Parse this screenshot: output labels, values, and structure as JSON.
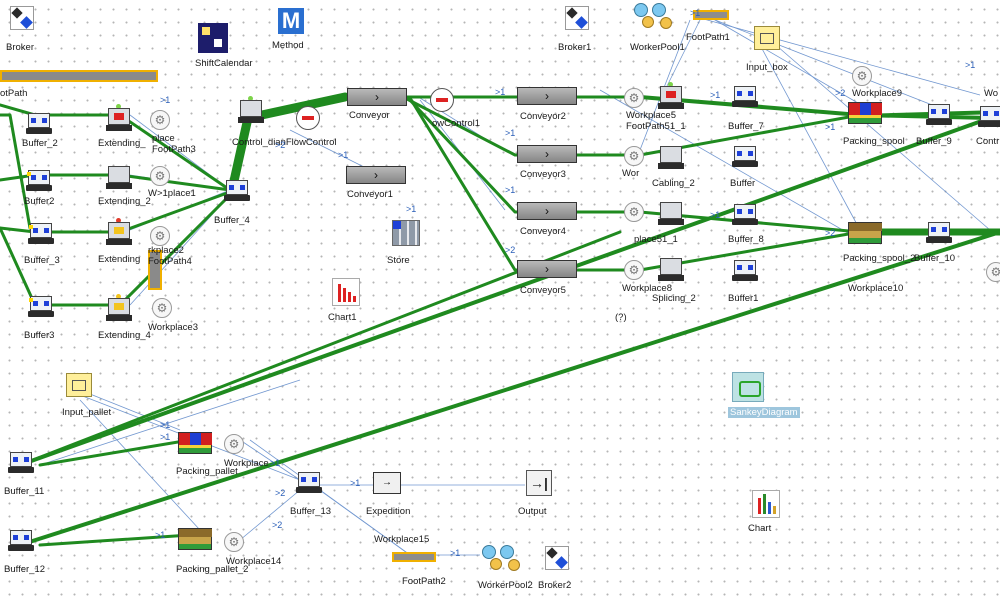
{
  "objects": {
    "broker_tl": "Broker",
    "shift_calendar": "ShiftCalendar",
    "method": "Method",
    "broker1": "Broker1",
    "worker_pool1": "WorkerPool1",
    "foot_path1": "FootPath1",
    "input_box": "Input_box",
    "foot_path_partial": "otPath",
    "buffer_2": "Buffer_2",
    "extending": "Extending_",
    "workplace_footpath3": "place\nFootPath3",
    "control_flow": "Control_dianFlowControl",
    "conveyor": "Conveyor",
    "flow_control1": "owControl1",
    "conveyor2": "Conveyor2",
    "workplace5": "Workplace5",
    "footpath51": "FootPath51_1",
    "buffer_7": "Buffer_7",
    "workplace9": "Workplace9",
    "wo_right": "Wo",
    "packing_spool": "Packing_spool",
    "buffer_9": "Buffer_9",
    "contr_right": "Contr",
    "buffer2": "Buffer2",
    "extending_2": "Extending_2",
    "w_place1": "W>1place1",
    "buffer_4": "Buffer_4",
    "conveyor1": "Conveyor1",
    "conveyor3": "Conveyor3",
    "wor_mid": "Wor",
    "cabling_2": "Cabling_2",
    "buffer": "Buffer",
    "buffer_3": "Buffer_3",
    "extending3": "Extending",
    "workplace2": "rkplace2\nFootPath4",
    "store": "Store",
    "conveyor4": "Conveyor4",
    "place51": "place51_1",
    "buffer_8": "Buffer_8",
    "packing_spool2": "Packing_spool_2",
    "buffer_10": "Buffer_10",
    "conveyor5": "Conveyor5",
    "workplace8": "Workplace8",
    "splicing_2": "Splicing_2",
    "buffer1": "Buffer1",
    "workplace10": "Workplace10",
    "chart1": "Chart1",
    "buffer3": "Buffer3",
    "extending_4": "Extending_4",
    "workplace3": "Workplace3",
    "question": "(?)",
    "input_pallet": "Input_pallet",
    "sankey": "SankeyDiagram",
    "buffer_11": "Buffer_11",
    "packing_pallet": "Packing_pallet",
    "workplace_mid": "Workplace",
    "buffer_13": "Buffer_13",
    "expedition": "Expedition",
    "output": "Output",
    "chart": "Chart",
    "workplace15": "Workplace15",
    "buffer_12": "Buffer_12",
    "packing_pallet2": "Packing_pallet_2",
    "workplace14": "Workplace14",
    "foot_path2": "FootPath2",
    "worker_pool2": "WorkerPool2",
    "broker2": "Broker2"
  },
  "connector_notes": {
    "n1": ">1",
    "n2": ">2",
    "n3": ">1",
    "n4": ">1",
    "n5": ">1",
    "n6": ">1",
    "n7": ">2",
    "n8": ">1",
    "n9": ">1",
    "n10": ">2",
    "n11": ">1",
    "n12": ">1",
    "n13": ">2",
    "n14": ">1",
    "n15": ">1",
    "n16": ">1",
    "n17": ">1",
    "n18": ">2",
    "n19": ">1",
    "n20": ">1",
    "n21": ">1",
    "n22": ">2",
    "n23": ">1"
  },
  "colors": {
    "flow": "#1f8a1f",
    "connector": "#5a86c8",
    "footpath_border": "#f0b000"
  }
}
